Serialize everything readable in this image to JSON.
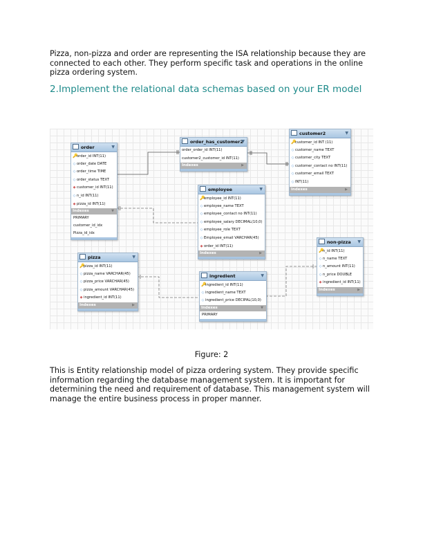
{
  "intro_paragraph": "Pizza, non-pizza and order are representing the ISA relationship because they are connected to each other. They perform specific task and operations in the online pizza ordering system.",
  "section_heading": "2.Implement the relational data schemas based on your ER model",
  "figure_caption": "Figure: 2",
  "closing_paragraph": "This is Entity relationship model of pizza ordering system. They provide specific information regarding the database management system. It is important for determining the need and requirement of database. This management system will manage the entire business process in proper manner.",
  "indexes_label": "Indexes",
  "tables": {
    "order": {
      "name": "order",
      "columns": [
        "order_id INT(11)",
        "order_date DATE",
        "order_time TIME",
        "order_status TEXT",
        "customer_id INT(11)",
        "n_id INT(11)",
        "pizza_id INT(11)"
      ],
      "indexes": [
        "PRIMARY",
        "customer_id_idx",
        "Pizza_id_idx"
      ]
    },
    "order_has_customer2": {
      "name": "order_has_customer2",
      "columns": [
        "order_order_id INT(11)",
        "customer2_customer_id INT(11)"
      ]
    },
    "customer2": {
      "name": "customer2",
      "columns": [
        "customer_id INT (11)",
        "customer_name TEXT",
        "customer_city TEXT",
        "customer_contact no INT(11)",
        "customer_email TEXT",
        "INT(11)"
      ]
    },
    "employee": {
      "name": "employee",
      "columns": [
        "employee_id INT(11)",
        "employee_name TEXT",
        "employee_contact no INT(11)",
        "employee_salary DECIMAL(10,0)",
        "employee_role TEXT",
        "Employee_email VARCHAR(45)",
        "order_id INT(11)"
      ]
    },
    "non_pizza": {
      "name": "non-pizza",
      "columns": [
        "n_id INT(11)",
        "n_name TEXT",
        "n_amount INT(11)",
        "n_price DOUBLE",
        "ingredient_id INT(11)"
      ]
    },
    "pizza": {
      "name": "pizza",
      "columns": [
        "pizza_id INT(11)",
        "pizza_name VARCHAR(45)",
        "pizza_price VARCHAR(45)",
        "pizza_amount VARCHAR(45)",
        "ingredient_id INT(11)"
      ]
    },
    "ingredient": {
      "name": "ingredient",
      "columns": [
        "ingredient_id INT(11)",
        "ingredient_name TEXT",
        "ingredient_price DECIPAL(10,0)"
      ],
      "indexes": [
        "PRIMARY"
      ]
    }
  }
}
